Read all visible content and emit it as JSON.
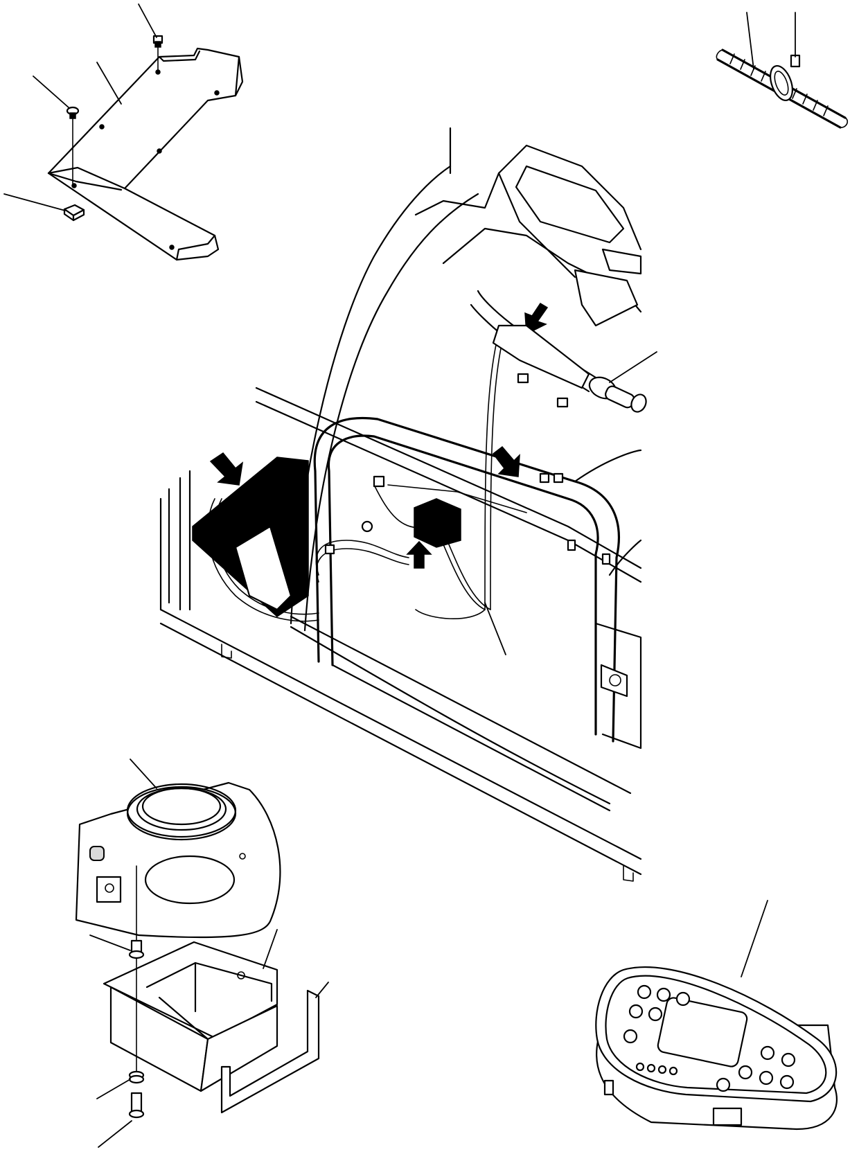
{
  "figure": {
    "background_color": "#ffffff",
    "line_color": "#000000"
  },
  "components": [
    {
      "name": "floor-cover-plate",
      "icon": "cover-plate-icon"
    },
    {
      "name": "hose-with-clamp",
      "icon": "clamp-icon"
    },
    {
      "name": "cab-frame-harness",
      "icon": "harness-icon"
    },
    {
      "name": "combination-switch",
      "icon": "switch-lever-icon"
    },
    {
      "name": "grommet-seal",
      "icon": "grommet-icon"
    },
    {
      "name": "bracket-tray",
      "icon": "tray-icon"
    },
    {
      "name": "monitor-panel",
      "icon": "monitor-icon"
    }
  ]
}
